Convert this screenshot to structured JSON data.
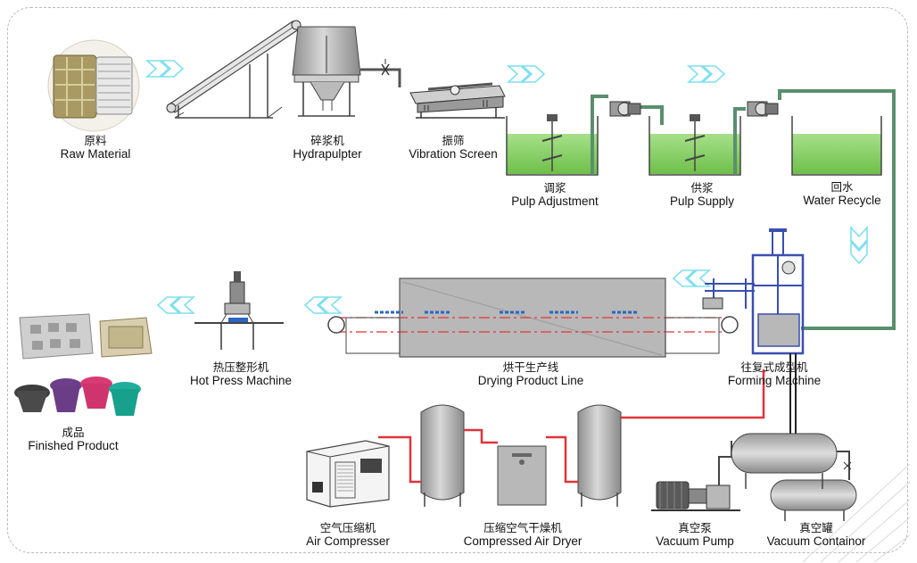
{
  "colors": {
    "flow_arrow": "#7fdff0",
    "water": "#7cc85b",
    "pipe_green": "#5a8f6e",
    "pipe_red": "#e0343a",
    "machine_gray": "#b8b8b8",
    "frame_blue": "#3a4fb0",
    "conveyor_blue": "#2b66c4"
  },
  "stages": {
    "raw_material": {
      "zh": "原料",
      "en": "Raw Material",
      "icon": "paper-bales-icon"
    },
    "hydrapulpter": {
      "zh": "碎浆机",
      "en": "Hydrapulpter",
      "icon": "hydrapulpter-icon"
    },
    "vibration_screen": {
      "zh": "振筛",
      "en": "Vibration Screen",
      "icon": "vibration-screen-icon"
    },
    "pulp_adjustment": {
      "zh": "调浆",
      "en": "Pulp Adjustment",
      "icon": "mixing-tank-icon"
    },
    "pulp_supply": {
      "zh": "供浆",
      "en": "Pulp Supply",
      "icon": "mixing-tank-icon"
    },
    "water_recycle": {
      "zh": "回水",
      "en": "Water Recycle",
      "icon": "water-tank-icon"
    },
    "forming_machine": {
      "zh": "往复式成型机",
      "en": "Forming Machine",
      "icon": "forming-machine-icon"
    },
    "drying_line": {
      "zh": "烘干生产线",
      "en": "Drying Product Line",
      "icon": "drying-line-icon"
    },
    "hot_press": {
      "zh": "热压整形机",
      "en": "Hot Press Machine",
      "icon": "hot-press-icon"
    },
    "finished_product": {
      "zh": "成品",
      "en": "Finished Product",
      "icon": "pulp-trays-icon"
    },
    "air_compressor": {
      "zh": "空气压缩机",
      "en": "Air Compresser",
      "icon": "air-compressor-icon"
    },
    "air_dryer": {
      "zh": "压缩空气干燥机",
      "en": "Compressed Air Dryer",
      "icon": "air-dryer-icon"
    },
    "vacuum_pump": {
      "zh": "真空泵",
      "en": "Vacuum Pump",
      "icon": "vacuum-pump-icon"
    },
    "vacuum_container": {
      "zh": "真空罐",
      "en": "Vacuum Containor",
      "icon": "vacuum-tank-icon"
    }
  }
}
